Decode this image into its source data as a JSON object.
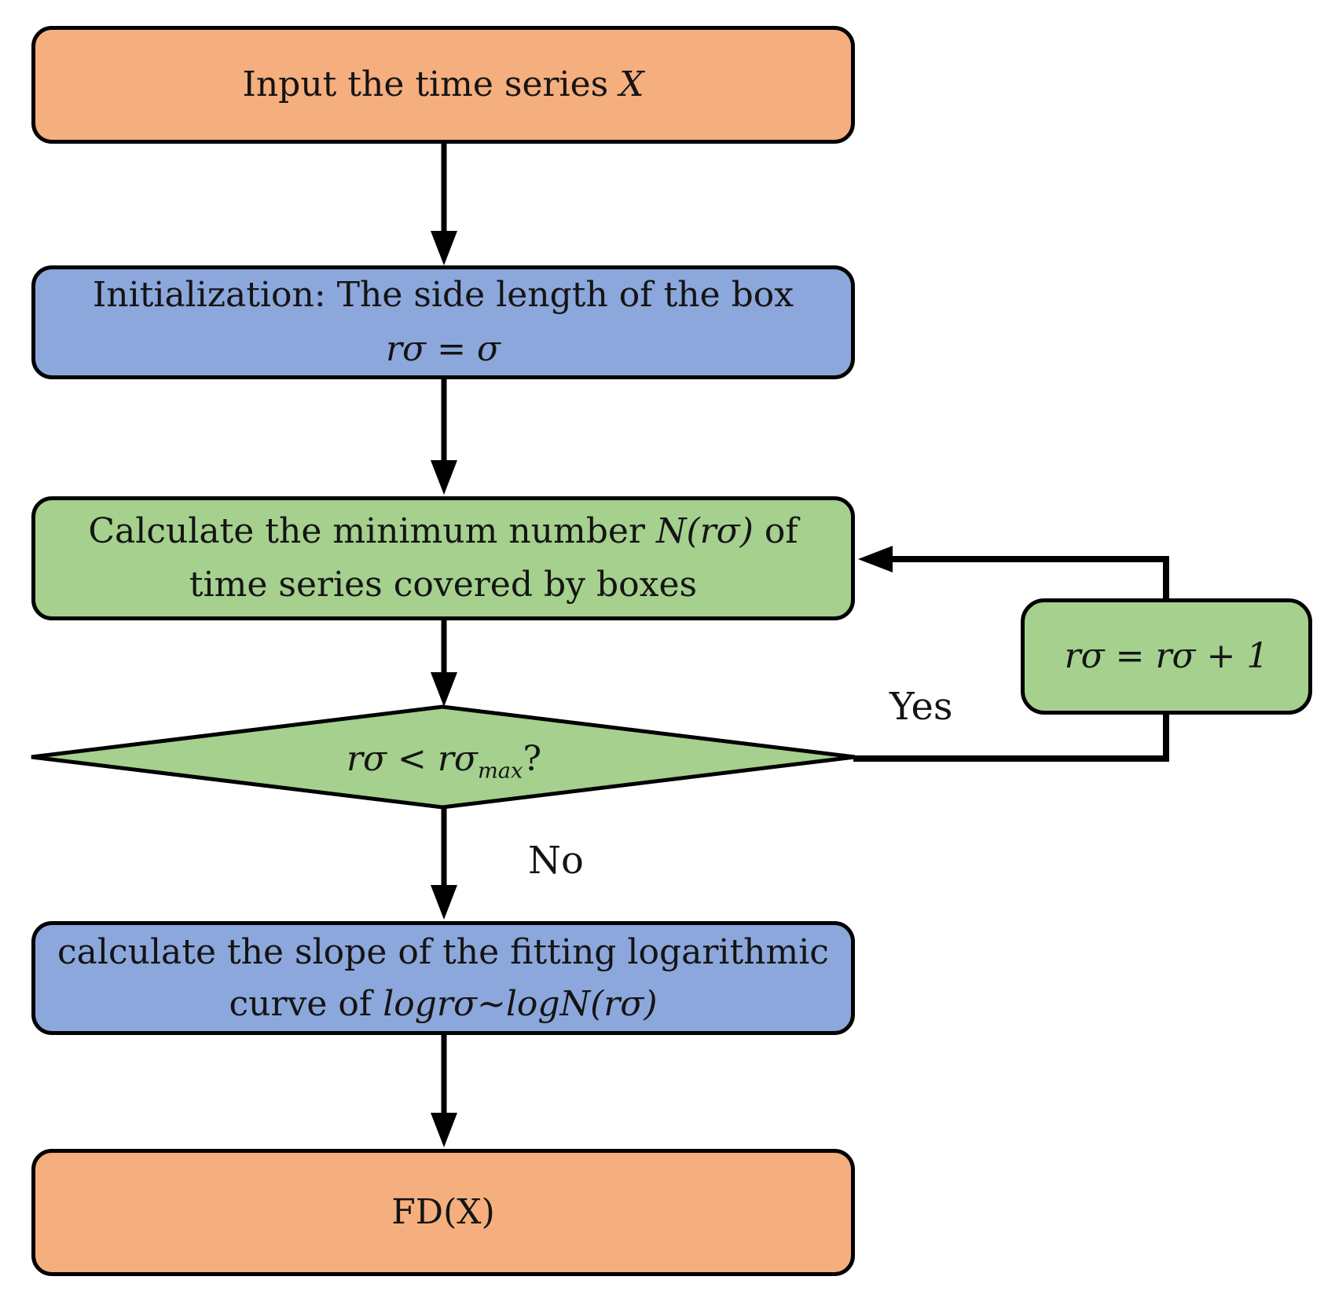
{
  "flowchart": {
    "colors": {
      "terminal_orange": "#F5AE7D",
      "process_blue": "#8CA7DB",
      "process_green": "#A5D08E",
      "outline": "#000000",
      "text": "#141414",
      "background": "#ffffff"
    },
    "nodes": {
      "input": {
        "text": "Input the time series",
        "math": "X"
      },
      "init": {
        "line1": "Initialization: The side length of the box",
        "math": "rσ = σ"
      },
      "calc": {
        "line1_pre": "Calculate the minimum number",
        "line1_math": "N(rσ)",
        "line1_post": "of",
        "line2": "time series covered by boxes"
      },
      "decision": {
        "math": "rσ < rσ",
        "sub": "max",
        "q": "?"
      },
      "increment": {
        "math": "rσ = rσ + 1"
      },
      "slope": {
        "line1": "calculate the slope of the fitting logarithmic",
        "line2_pre": "curve of",
        "line2_math": "logrσ~logN(rσ)"
      },
      "output": {
        "text": "FD(X)"
      }
    },
    "labels": {
      "yes": "Yes",
      "no": "No"
    }
  }
}
